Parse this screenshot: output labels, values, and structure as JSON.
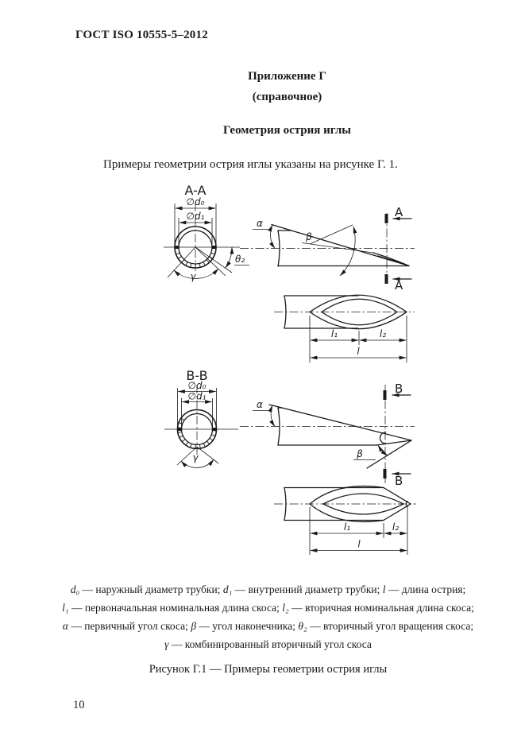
{
  "header": {
    "title": "ГОСТ ISO 10555-5–2012"
  },
  "headings": {
    "appendix": "Приложение Г",
    "informative": "(справочное)",
    "section_title": "Геометрия острия иглы"
  },
  "body": {
    "intro": "Примеры геометрии острия иглы указаны на рисунке Г. 1."
  },
  "figure": {
    "top": {
      "section_label": "A-A",
      "d0_label": "∅d₀",
      "d1_label": "∅d₁",
      "theta2_label": "θ₂",
      "gamma_label": "γ",
      "alpha_label": "α",
      "beta_label": "β",
      "section_mark": "A",
      "l1_label": "l₁",
      "l2_label": "l₂",
      "l_label": "l"
    },
    "bottom": {
      "section_label": "B-B",
      "d0_label": "∅d₀",
      "d1_label": "∅d₁",
      "gamma_label": "γ",
      "alpha_label": "α",
      "beta_label": "β",
      "section_mark": "B",
      "l1_label": "l₁",
      "l2_label": "l₂",
      "l_label": "l"
    }
  },
  "legend": {
    "lines": [
      [
        {
          "t": "d₀",
          "i": true
        },
        {
          "t": " — наружный диаметр трубки; ",
          "i": false
        },
        {
          "t": "d₁",
          "i": true
        },
        {
          "t": " — внутренний диаметр трубки; ",
          "i": false
        },
        {
          "t": "l",
          "i": true
        },
        {
          "t": " — длина острия;",
          "i": false
        }
      ],
      [
        {
          "t": "l₁",
          "i": true
        },
        {
          "t": " — первоначальная номинальная длина скоса; ",
          "i": false
        },
        {
          "t": "l₂",
          "i": true
        },
        {
          "t": " — вторичная номинальная длина скоса;",
          "i": false
        }
      ],
      [
        {
          "t": "α",
          "i": true
        },
        {
          "t": " — первичный угол скоса; ",
          "i": false
        },
        {
          "t": "β",
          "i": true
        },
        {
          "t": " — угол наконечника; ",
          "i": false
        },
        {
          "t": "θ₂",
          "i": true
        },
        {
          "t": " — вторичный угол вращения скоса;",
          "i": false
        }
      ],
      [
        {
          "t": "γ",
          "i": true
        },
        {
          "t": " — комбинированный вторичный угол скоса",
          "i": false
        }
      ]
    ]
  },
  "caption": {
    "text": "Рисунок Г.1 — Примеры геометрии острия иглы"
  },
  "footer": {
    "page_number": "10"
  }
}
